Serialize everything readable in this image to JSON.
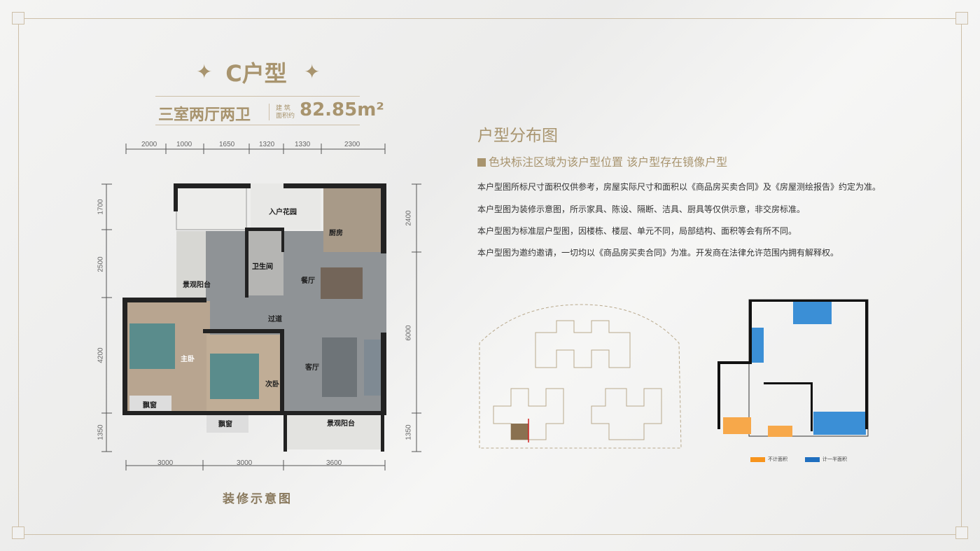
{
  "header": {
    "title": "C户型",
    "layout": "三室两厅两卫",
    "area_label": "建 筑 面积约",
    "area_value": "82.85m²"
  },
  "dimensions": {
    "top": [
      "2000",
      "1000",
      "1650",
      "1320",
      "1330",
      "2300"
    ],
    "bottom": [
      "3000",
      "3000",
      "3600"
    ],
    "left": [
      "1700",
      "2500",
      "4200",
      "1350"
    ],
    "right": [
      "2400",
      "6000",
      "1350"
    ]
  },
  "rooms": {
    "entry_garden": "入户花园",
    "kitchen": "厨房",
    "bathroom": "卫生间",
    "dining": "餐厅",
    "balcony_left": "景观阳台",
    "corridor": "过道",
    "master_bedroom": "主卧",
    "second_bedroom": "次卧",
    "living": "客厅",
    "bay_window_1": "飘窗",
    "bay_window_2": "飘窗",
    "balcony_bottom": "景观阳台"
  },
  "caption": "装修示意图",
  "distribution": {
    "title": "户型分布图",
    "subtitle": "色块标注区域为该户型位置  该户型存在镜像户型",
    "notes": [
      "本户型图所标尺寸面积仅供参考，房屋实际尺寸和面积以《商品房买卖合同》及《房屋测绘报告》约定为准。",
      "本户型图为装修示意图，所示家具、陈设、隔断、洁具、厨具等仅供示意，非交房标准。",
      "本户型图为标准层户型图，因楼栋、楼层、单元不同，局部结构、面积等会有所不同。",
      "本户型图为邀约邀请，一切均以《商品房买卖合同》为准。开发商在法律允许范围内拥有解释权。"
    ]
  },
  "legend": [
    {
      "label": "不计面积",
      "color": "#f7941d"
    },
    {
      "label": "计一半面积",
      "color": "#1f6fbf"
    }
  ],
  "colors": {
    "gold": "#a8946e",
    "blue": "#3b8fd6",
    "orange": "#f7a84a"
  }
}
